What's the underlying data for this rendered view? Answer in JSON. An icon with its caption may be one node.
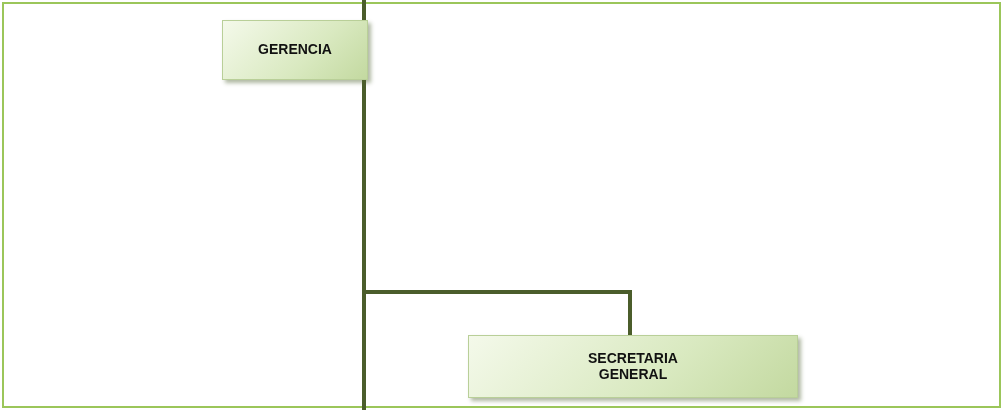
{
  "diagram": {
    "nodes": [
      {
        "text": [
          "GERENCIA"
        ]
      },
      {
        "text": [
          "SECRETARIA GENERAL"
        ]
      }
    ],
    "edges": [
      {
        "from": null,
        "to": 0,
        "arrow": "none"
      },
      {
        "from": 0,
        "to": 1,
        "arrow": "none"
      },
      {
        "from": 0,
        "to": null,
        "arrow": "none"
      }
    ]
  }
}
